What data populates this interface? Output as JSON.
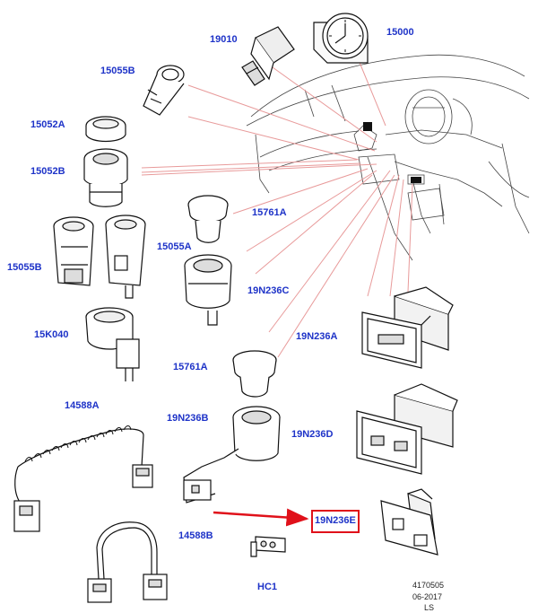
{
  "colors": {
    "label": "#1e33c8",
    "leader": "#e89a9a",
    "highlight": "#e0111a",
    "line": "#111111"
  },
  "labels": {
    "p19010": "19010",
    "p15000": "15000",
    "p15055B_top": "15055B",
    "p15052A": "15052A",
    "p15052B": "15052B",
    "p15761A_top": "15761A",
    "p15055A": "15055A",
    "p15055B_mid": "15055B",
    "p19N236C": "19N236C",
    "p15K040": "15K040",
    "p19N236A": "19N236A",
    "p15761A_mid": "15761A",
    "p14588A": "14588A",
    "p19N236B": "19N236B",
    "p19N236D": "19N236D",
    "p19N236E": "19N236E",
    "p14588B": "14588B",
    "pHC1": "HC1"
  },
  "footer": {
    "number": "4170505",
    "date": "06-2017",
    "code": "LS"
  },
  "highlighted_part": "19N236E"
}
